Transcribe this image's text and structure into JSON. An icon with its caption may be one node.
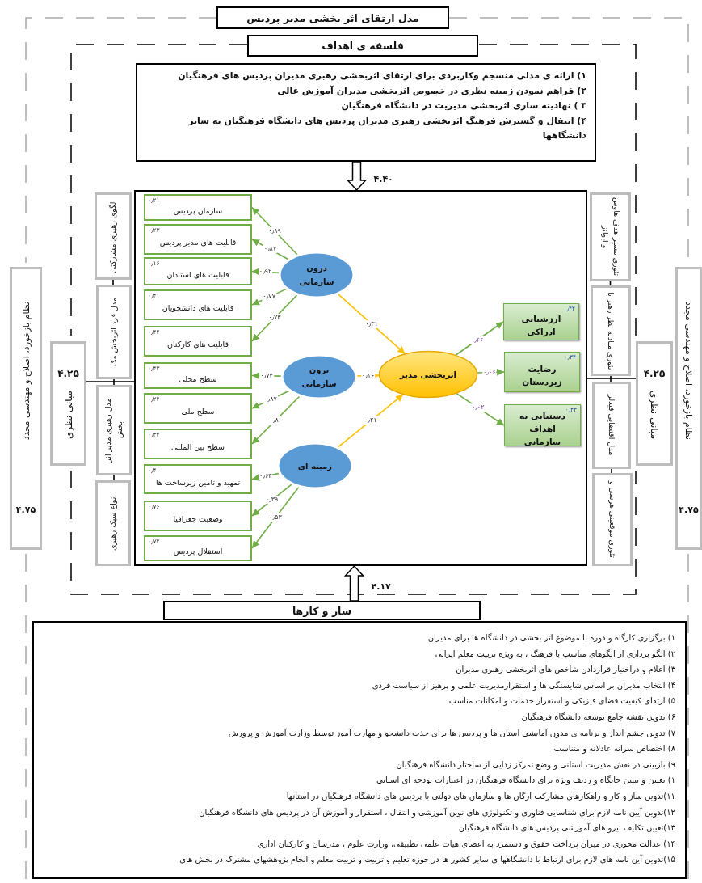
{
  "diagram": {
    "nodes": [
      {
        "text": [
          "مدل ارتقای اثر بخشی مدیر پردیس"
        ]
      },
      {
        "text": [
          "فلسفه ی اهداف"
        ]
      },
      {
        "text": [
          "۱) ارائه ی مدلی منسجم وکاربردی برای ارتقای اثربخشی رهبری مدیران پردیس های فرهنگیان",
          "۲) فراهم نمودن زمینه نظری در خصوص اثربخشی مدیران آموزش عالی",
          "۳ ) نهادینه سازی اثربخشی مدیریت در دانشگاه فرهنگیان",
          "۴) انتقال و گسترش فرهنگ اثربخشی رهبری مدیران پردیس های دانشگاه فرهنگیان به سایر دانشگاهها"
        ]
      },
      {
        "text": [
          "نظام بازخورد، اصلاح و مهندسی مجدد",
          "۴.۷۵"
        ]
      },
      {
        "text": [
          "۴.۲۵",
          "مبانی نظری"
        ]
      },
      {
        "text": [
          "الگوی رهبری مشارکتی"
        ]
      },
      {
        "text": [
          "مدل فرد اثربخش مک"
        ]
      },
      {
        "text": [
          "مدل رهبری مدیر اثر بخش"
        ]
      },
      {
        "text": [
          "انواع سبک رهبری"
        ]
      },
      {
        "text": [],
        "shape": "box"
      },
      {
        "text": [
          "۰٫۲۱",
          "سازمان پردیس"
        ],
        "in": 9
      },
      {
        "text": [
          "۰٫۲۳",
          "قابلیت های مدیر پردیس"
        ],
        "in": 9
      },
      {
        "text": [
          "۰٫۱۶",
          "قابلیت های استادان"
        ],
        "in": 9
      },
      {
        "text": [
          "۰٫۴۱",
          "قابلیت های دانشجویان"
        ],
        "in": 9
      },
      {
        "text": [
          "۰٫۴۴",
          "قابلیت های کارکنان"
        ],
        "in": 9
      },
      {
        "text": [
          "۰٫۴۳",
          "سطح محلی"
        ],
        "in": 9
      },
      {
        "text": [
          "۰٫۲۴",
          "سطح ملی"
        ],
        "in": 9
      },
      {
        "text": [
          "۰٫۳۴",
          "سطح بین المللی"
        ],
        "in": 9
      },
      {
        "text": [
          "۰٫۴۰",
          "تمهید و تامین زیرساخت ها"
        ],
        "in": 9
      },
      {
        "text": [
          "۰٫۷۶",
          "وضعیت جغرافیا"
        ],
        "in": 9
      },
      {
        "text": [
          "۰٫۷۲",
          "استقلال پردیس"
        ],
        "in": 9
      },
      {
        "text": [
          "درون سازمانی"
        ],
        "in": 9
      },
      {
        "text": [
          "برون سازمانی"
        ],
        "in": 9
      },
      {
        "text": [
          "زمینه ای"
        ],
        "in": 9
      },
      {
        "text": [
          "اثربخشی مدیر"
        ],
        "in": 9
      },
      {
        "text": [
          "۰٫۴۴",
          "ارزشیابی ادراکی"
        ],
        "in": 9
      },
      {
        "text": [
          "۰٫۳۴",
          "رضایت زیردستان"
        ],
        "in": 9
      },
      {
        "text": [
          "۰٫۳۳",
          "دستیابی به اهداف سازمانی"
        ],
        "in": 9
      },
      {
        "text": [
          "تئوری مسیر هدف هاوس و ایوانز"
        ]
      },
      {
        "text": [
          "تئوری مبادله نظر رهبر با"
        ]
      },
      {
        "text": [
          "مدل اقتضایی فیدلر"
        ]
      },
      {
        "text": [
          "تئوری موقعیتی هرسی و"
        ]
      },
      {
        "text": [
          "۴.۲۵",
          "مبانی نظری"
        ]
      },
      {
        "text": [
          "نظام بازخورد، اصلاح و مهندسی مجدد",
          "۴.۷۵"
        ]
      },
      {
        "text": [
          "ساز و کارها"
        ]
      },
      {
        "text": [
          "۱) برگزاری کارگاه و دوره با موضوع اثر بخشی در دانشگاه ها برای مدیران",
          "۲) الگو برداری از الگوهای مناسب با فرهنگ ، به ویژه تربیت معلم ایرانی",
          "۳) اعلام و دراختیار قراردادن شاخص های اثربخشی رهبری مدیران",
          "۴) انتخاب مدیران بر اساس شایستگی ها و استقرارمدیریت علمی و پرهیز از سیاست فردی",
          "۵) ارتقای کیفیت فضای فیزیکی و استقرار خدمات و امکانات مناسب",
          "۶) تدوین نقشه جامع توسعه دانشگاه فرهنگیان",
          "۷) تدوین چشم انداز و برنامه ی مدون آمایشی استان ها و پردیس ها برای جذب دانشجو و مهارت آموز توسط وزارت آموزش و پرورش",
          "۸) اختصاص سرانه عادلانه و متناسب",
          "۹) بازبینی در نقش مدیریت استانی و وضع تمرکز زدایی از ساختار دانشگاه فرهنگیان",
          "۱) تعیین و تبیین جایگاه و ردیف ویژه برای دانشگاه فرهنگیان در اعتبارات بودجه ای استانی",
          "۱۱)تدوین ساز و کار و راهکارهای مشارکت ارگان ها و سازمان های دولتی با پردیس های دانشگاه فرهنگیان در استانها",
          "۱۲)تدوین آیین نامه لازم برای شناسایی فناوری و تکنولوژی های نوین آموزشی و انتقال ، استقرار و آموزش آن در پردیس های دانشگاه فرهنگیان",
          "۱۳)تعیین تکلیف نیرو های آموزشی پردیس های دانشگاه فرهنگیان",
          "۱۴) عدالت محوری در میزان پرداخت حقوق و دستمزد به اعضای هیات علمی تطبیقی، وزارت علوم ، مدرسان و کارکنان اداری",
          "۱۵)تدوین آین نامه های لازم برای ارتباط با دانشگاهها ی سایر کشور ها در حوزه تعلیم و تربیت و تربیت معلم و انجام پژوهشهای مشترک در بخش های"
        ]
      }
    ],
    "edges": [
      {
        "from": 2,
        "to": 9,
        "arrow": "to",
        "label": "۴.۴۰",
        "color": "#000000"
      },
      {
        "from": 34,
        "to": 9,
        "arrow": "to",
        "label": "۴.۱۷",
        "color": "#000000"
      },
      {
        "from": 21,
        "to": 10,
        "arrow": "to",
        "label": "۰٫۸۹"
      },
      {
        "from": 21,
        "to": 11,
        "arrow": "to",
        "label": "۰٫۸۷"
      },
      {
        "from": 21,
        "to": 12,
        "arrow": "to",
        "label": "۰٫۹۲"
      },
      {
        "from": 21,
        "to": 13,
        "arrow": "to",
        "label": "۰٫۷۷"
      },
      {
        "from": 21,
        "to": 14,
        "arrow": "to",
        "label": "۰٫۷۳"
      },
      {
        "from": 22,
        "to": 15,
        "arrow": "to",
        "label": "۰٫۷۴"
      },
      {
        "from": 22,
        "to": 16,
        "arrow": "to",
        "label": "۰٫۸۷"
      },
      {
        "from": 22,
        "to": 17,
        "arrow": "to",
        "label": "۰٫۸۰"
      },
      {
        "from": 23,
        "to": 18,
        "arrow": "to",
        "label": "۰٫۶۳"
      },
      {
        "from": 23,
        "to": 19,
        "arrow": "to",
        "label": "۰٫۳۹"
      },
      {
        "from": 23,
        "to": 20,
        "arrow": "to",
        "label": "۰٫۵۳"
      },
      {
        "from": 21,
        "to": 24,
        "arrow": "to",
        "label": "۰٫۳۱",
        "color": "#ffc000"
      },
      {
        "from": 22,
        "to": 24,
        "arrow": "to",
        "label": "۰٫۱۶",
        "color": "#ffc000"
      },
      {
        "from": 23,
        "to": 24,
        "arrow": "to",
        "label": "۰٫۲۱",
        "color": "#ffc000"
      },
      {
        "from": 24,
        "to": 25,
        "arrow": "to",
        "label": "۰٫۶۶"
      },
      {
        "from": 24,
        "to": 26,
        "arrow": "to",
        "label": "۰٫۰۶"
      },
      {
        "from": 24,
        "to": 27,
        "arrow": "to",
        "label": "۰٫۰۲"
      },
      {
        "from": 4,
        "to": 9,
        "arrow": "none",
        "color": "#000000"
      },
      {
        "from": 9,
        "to": 32,
        "arrow": "none",
        "color": "#000000"
      },
      {
        "from": 5,
        "to": 6,
        "arrow": "none",
        "color": "#000000"
      },
      {
        "from": 6,
        "to": 7,
        "arrow": "none",
        "color": "#000000"
      },
      {
        "from": 7,
        "to": 8,
        "arrow": "none",
        "color": "#000000"
      },
      {
        "from": 28,
        "to": 29,
        "arrow": "none",
        "color": "#000000"
      },
      {
        "from": 29,
        "to": 30,
        "arrow": "none",
        "color": "#000000"
      },
      {
        "from": 30,
        "to": 31,
        "arrow": "none",
        "color": "#000000"
      }
    ]
  }
}
